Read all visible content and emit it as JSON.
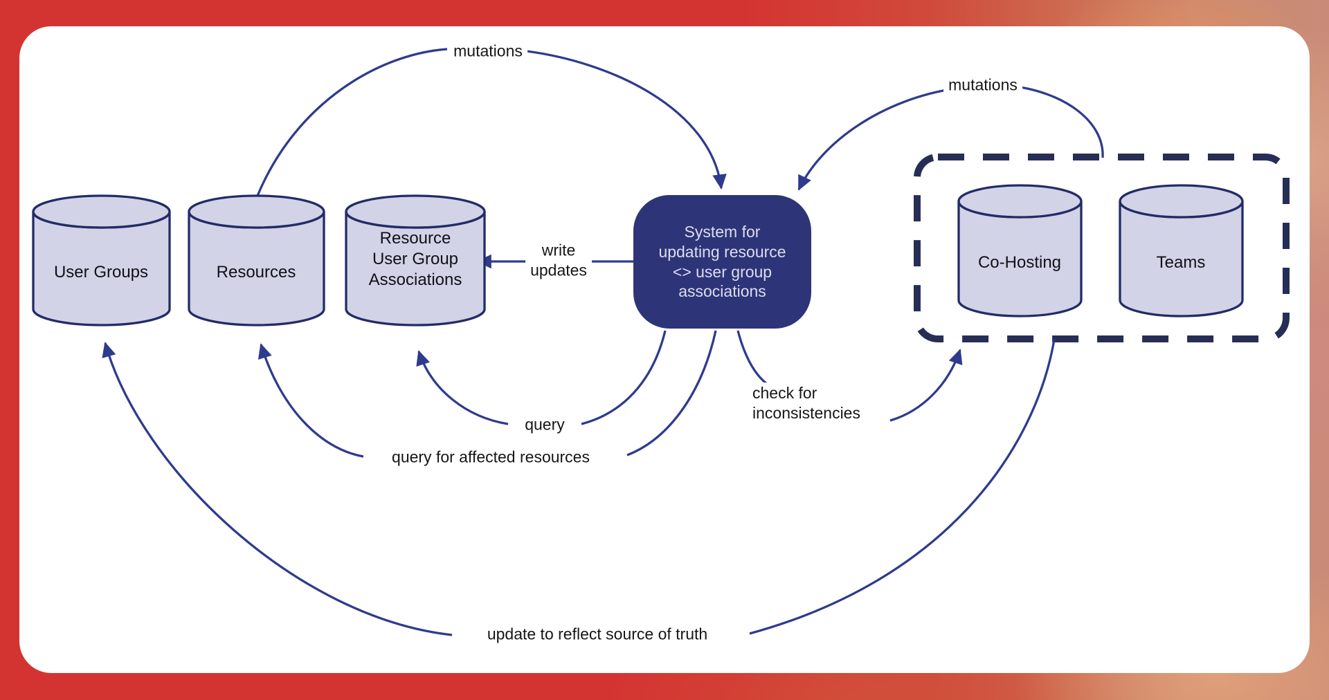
{
  "diagram": {
    "title": "resource user-group association sync diagram",
    "nodes": {
      "user_groups": {
        "label": "User Groups",
        "type": "database"
      },
      "resources": {
        "label": "Resources",
        "type": "database"
      },
      "ruga": {
        "label": "Resource\nUser Group\nAssociations",
        "type": "database"
      },
      "system": {
        "label": "System for\nupdating resource\n<> user group\nassociations",
        "type": "process"
      },
      "co_hosting": {
        "label": "Co-Hosting",
        "type": "database"
      },
      "teams": {
        "label": "Teams",
        "type": "database"
      }
    },
    "edges": {
      "mutations_left": {
        "label": "mutations",
        "from": "resources",
        "to": "system"
      },
      "mutations_right": {
        "label": "mutations",
        "from": "source-of-truth-group",
        "to": "system"
      },
      "write_updates": {
        "label": "write\nupdates",
        "from": "system",
        "to": "ruga"
      },
      "query": {
        "label": "query",
        "from": "system",
        "to": "ruga"
      },
      "query_affected": {
        "label": "query for affected resources",
        "from": "system",
        "to": "resources"
      },
      "check_inconsistencies": {
        "label": "check for\ninconsistencies",
        "from": "system",
        "to": "source-of-truth-group"
      },
      "update_truth": {
        "label": "update to reflect source of truth",
        "from": "source-of-truth-group",
        "to": "user_groups"
      }
    },
    "colors": {
      "background_red": "#d43431",
      "background_peach": "#cd8a6d",
      "canvas": "#ffffff",
      "cylinder_fill": "#d2d3e7",
      "cylinder_stroke": "#232c66",
      "system_fill": "#2e3478",
      "system_text": "#dddeef",
      "arrow": "#2e3b8d",
      "dashed_group_border": "#272e55",
      "label_text": "#161616"
    }
  }
}
